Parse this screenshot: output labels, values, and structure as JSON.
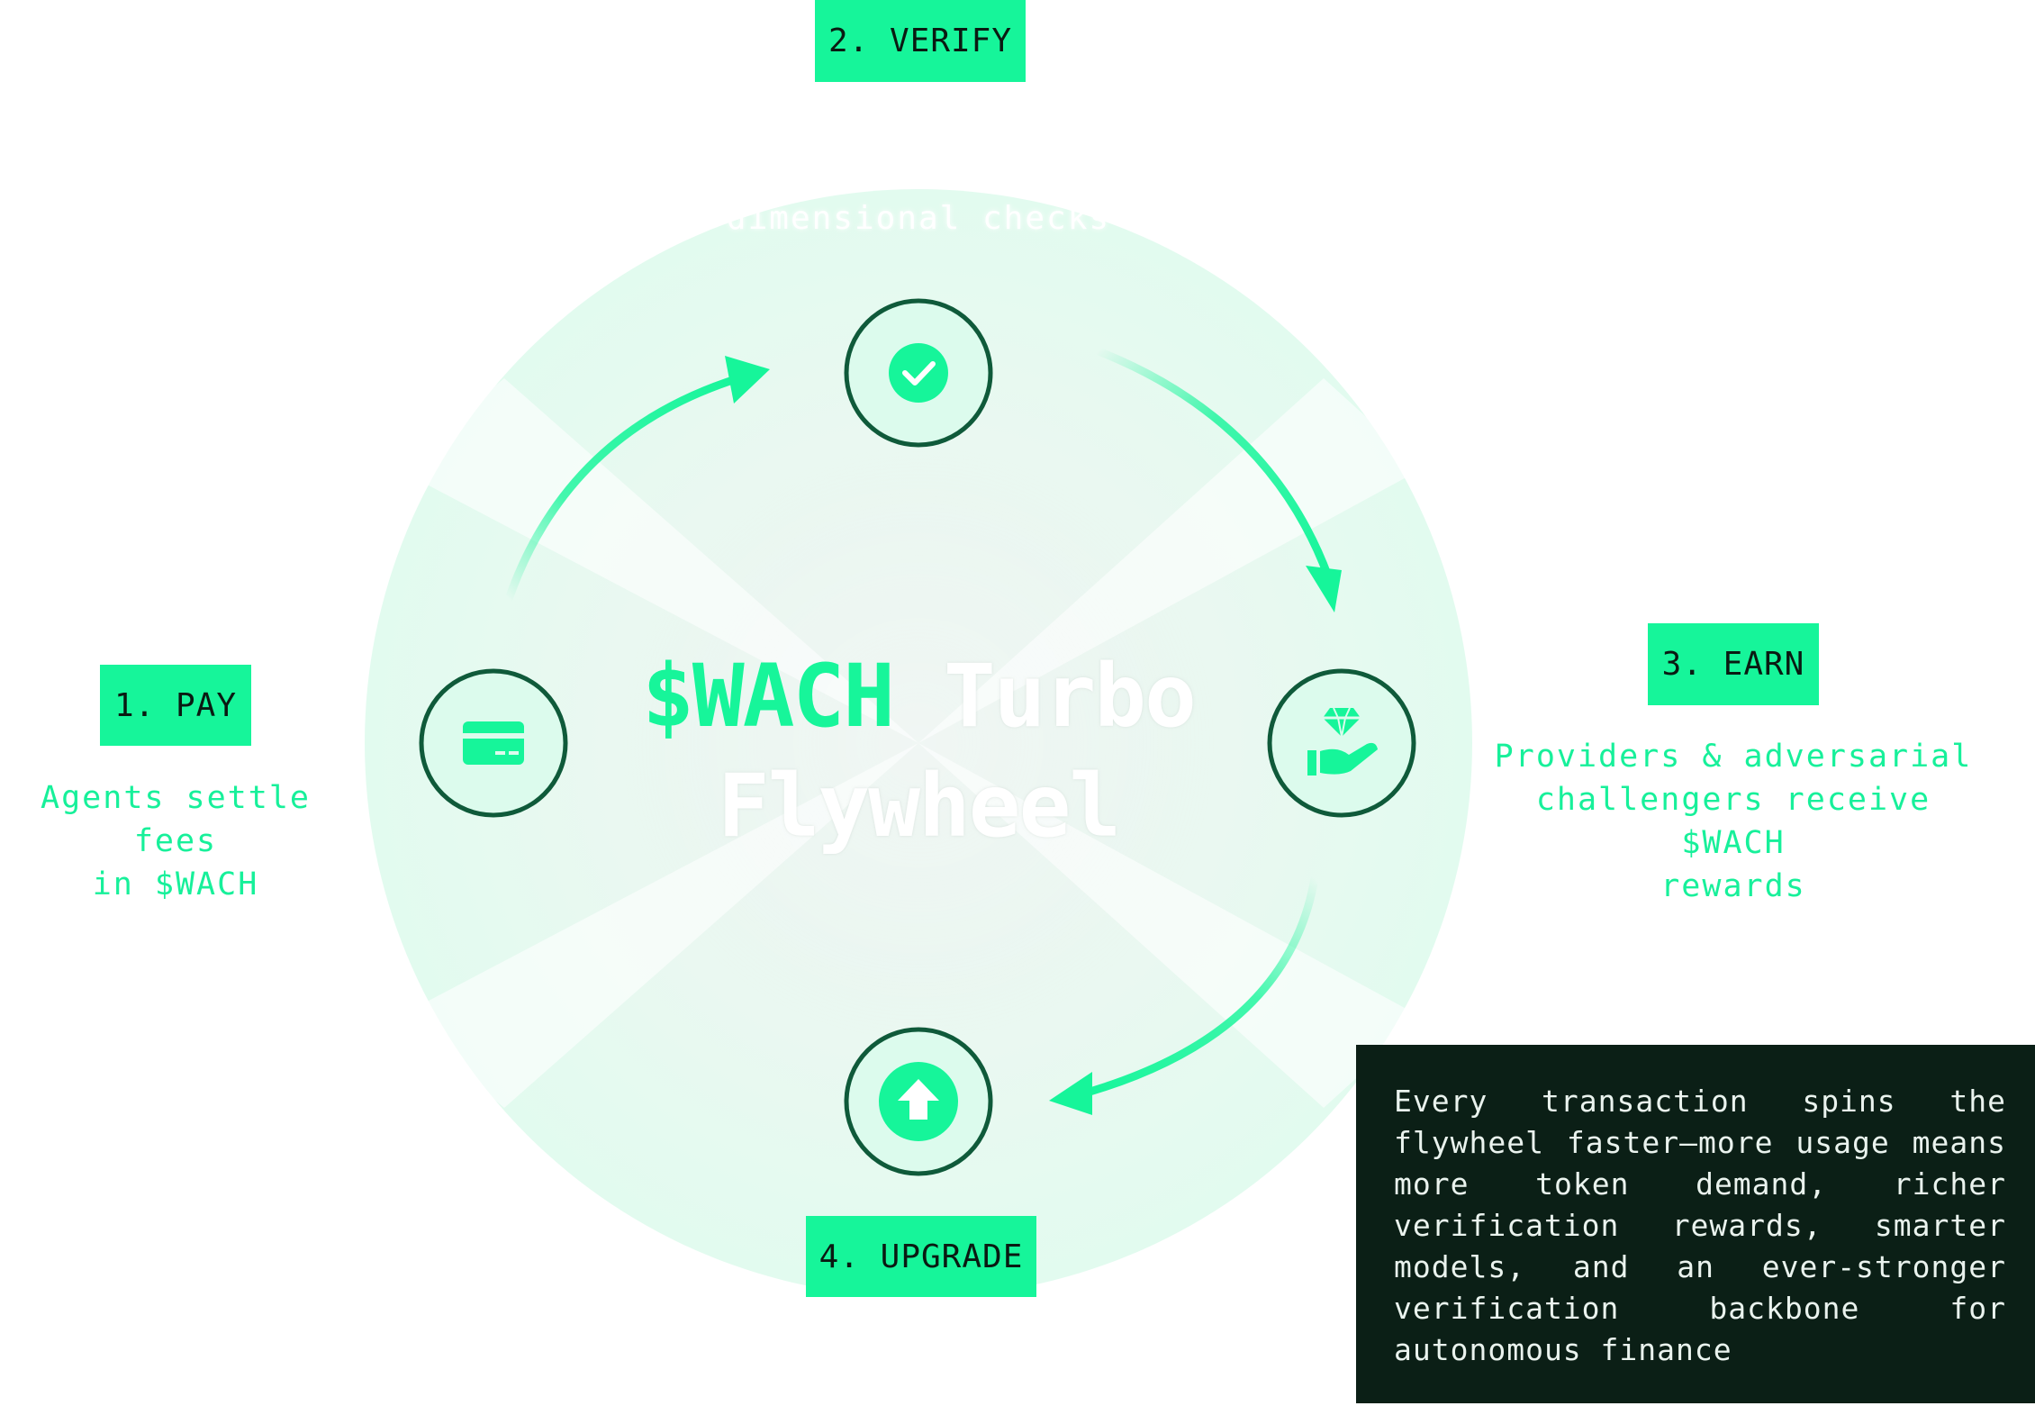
{
  "colors": {
    "accent": "#16f59a",
    "dark_ring": "#0f5a3a",
    "panel_bg": "#0b1f16"
  },
  "title": {
    "brand": "$WACH",
    "rest_line1": "Turbo",
    "rest_line2": "Flywheel"
  },
  "steps": [
    {
      "label": "1. PAY",
      "description_lines": [
        "Agents settle fees",
        "in $WACH"
      ],
      "icon": "credit-card-icon"
    },
    {
      "label": "2. VERIFY",
      "description_lines": [
        "dimensional checks"
      ],
      "icon": "check-circle-icon"
    },
    {
      "label": "3. EARN",
      "description_lines": [
        "Providers & adversarial",
        "challengers receive $WACH",
        "rewards"
      ],
      "icon": "hand-diamond-icon"
    },
    {
      "label": "4. UPGRADE",
      "description_lines": [],
      "icon": "upload-arrow-icon"
    }
  ],
  "info_box": {
    "text": "Every transaction spins the flywheel faster—more usage means more token demand, richer verification rewards, smarter models, and an ever-stronger verification backbone for autonomous finance"
  }
}
